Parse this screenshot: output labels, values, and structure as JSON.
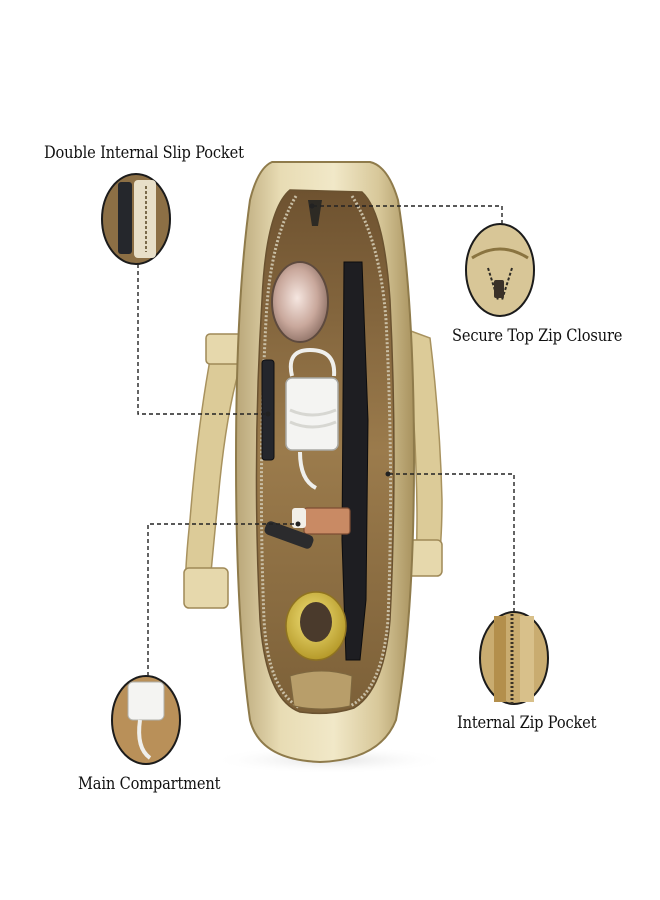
{
  "callouts": [
    {
      "id": "double-internal-slip-pocket",
      "label": "Double Internal Slip Pocket"
    },
    {
      "id": "secure-top-zip-closure",
      "label": "Secure Top Zip Closure"
    },
    {
      "id": "internal-zip-pocket",
      "label": "Internal Zip Pocket"
    },
    {
      "id": "main-compartment",
      "label": "Main Compartment"
    }
  ],
  "colors": {
    "bag_gold": "#d9c99a",
    "bag_shadow": "#a8925e",
    "lining": "#8a6a3e",
    "leader_line": "#222222"
  }
}
